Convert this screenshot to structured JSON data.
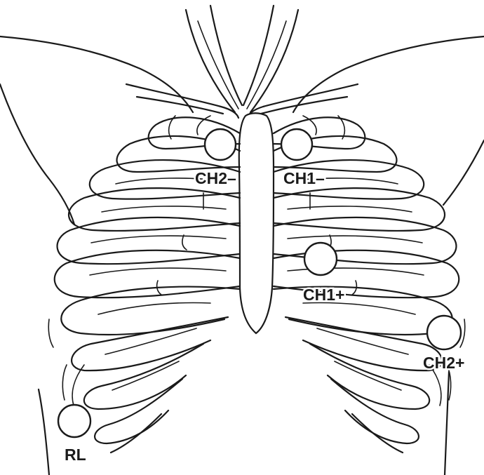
{
  "electrodes": [
    {
      "id": "ch2-minus",
      "label": "CH2–"
    },
    {
      "id": "ch1-minus",
      "label": "CH1–"
    },
    {
      "id": "ch1-plus",
      "label": "CH1+"
    },
    {
      "id": "ch2-plus",
      "label": "CH2+"
    },
    {
      "id": "rl",
      "label": "RL"
    }
  ]
}
